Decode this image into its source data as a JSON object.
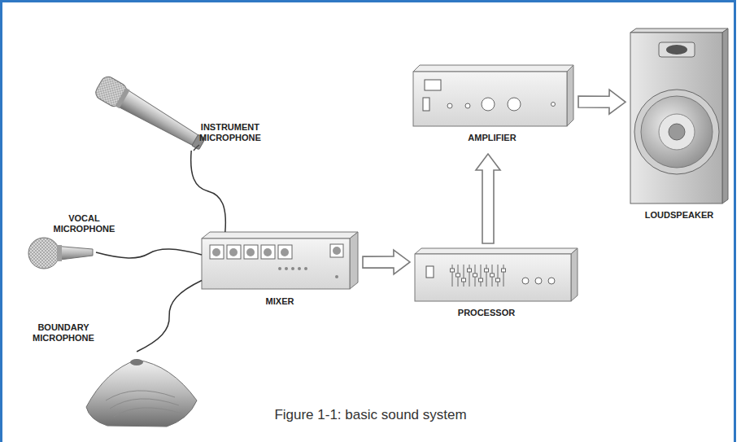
{
  "diagram": {
    "caption": "Figure 1-1: basic sound system",
    "nodes": [
      {
        "text": [
          "INSTRUMENT MICROPHONE"
        ]
      },
      {
        "text": [
          "VOCAL MICROPHONE"
        ]
      },
      {
        "text": [
          "BOUNDARY MICROPHONE"
        ]
      },
      {
        "text": [
          "MIXER"
        ]
      },
      {
        "text": [
          "PROCESSOR"
        ]
      },
      {
        "text": [
          "AMPLIFIER"
        ]
      },
      {
        "text": [
          "LOUDSPEAKER"
        ]
      }
    ],
    "edges": [
      {
        "from": 0,
        "to": 3,
        "arrow": "none"
      },
      {
        "from": 1,
        "to": 3,
        "arrow": "none"
      },
      {
        "from": 2,
        "to": 3,
        "arrow": "none"
      },
      {
        "from": 3,
        "to": 4,
        "arrow": "to"
      },
      {
        "from": 4,
        "to": 5,
        "arrow": "to"
      },
      {
        "from": 5,
        "to": 6,
        "arrow": "to"
      }
    ]
  }
}
